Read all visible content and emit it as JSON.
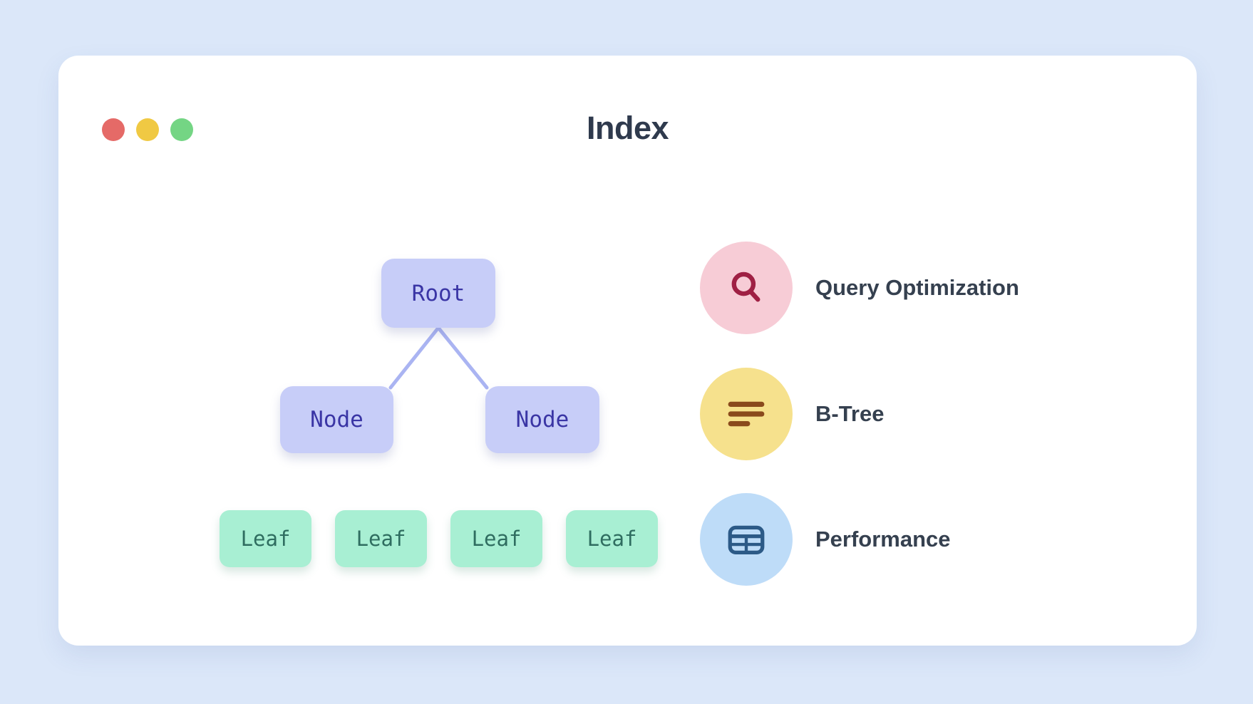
{
  "window": {
    "title": "Index",
    "traffic_lights": [
      {
        "name": "close",
        "color": "#e56a67"
      },
      {
        "name": "minimize",
        "color": "#f0c943"
      },
      {
        "name": "zoom",
        "color": "#74d584"
      }
    ]
  },
  "tree": {
    "root": {
      "label": "Root"
    },
    "nodes": [
      {
        "label": "Node"
      },
      {
        "label": "Node"
      }
    ],
    "leaves": [
      {
        "label": "Leaf"
      },
      {
        "label": "Leaf"
      },
      {
        "label": "Leaf"
      },
      {
        "label": "Leaf"
      }
    ],
    "node_box_color": "#c7cdf8",
    "node_text_color": "#3a35a5",
    "leaf_box_color": "#a8efd3",
    "leaf_text_color": "#2f6d60",
    "connector_color": "#aab4f2"
  },
  "legend": {
    "items": [
      {
        "icon": "search-icon",
        "label": "Query Optimization",
        "circle_color": "#f7ccd6",
        "icon_color": "#9f2044"
      },
      {
        "icon": "align-left-icon",
        "label": "B-Tree",
        "circle_color": "#f6e18d",
        "icon_color": "#8a4a1c"
      },
      {
        "icon": "table-icon",
        "label": "Performance",
        "circle_color": "#bedcf8",
        "icon_color": "#2c5a87"
      }
    ]
  },
  "colors": {
    "page_background": "#dbe7f9",
    "card_background": "#ffffff",
    "title_text": "#2f3a4d"
  }
}
